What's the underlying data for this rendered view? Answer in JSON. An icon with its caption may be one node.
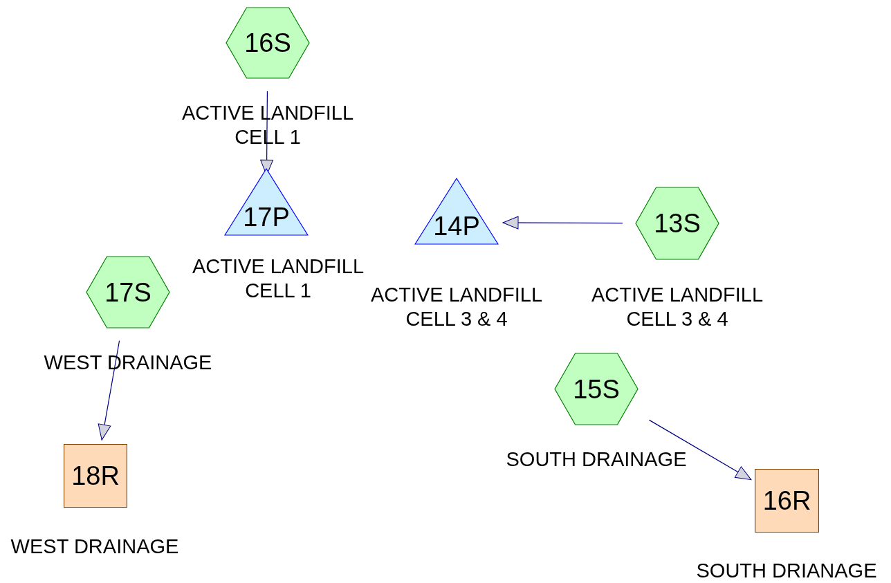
{
  "diagram": {
    "nodes": [
      {
        "text": [
          "16S"
        ],
        "beside": [
          "ACTIVE LANDFILL CELL 1"
        ]
      },
      {
        "text": [
          "17P"
        ],
        "beside": [
          "ACTIVE LANDFILL CELL 1"
        ]
      },
      {
        "text": [
          "14P"
        ],
        "beside": [
          "ACTIVE LANDFILL CELL 3 & 4"
        ]
      },
      {
        "text": [
          "13S"
        ],
        "beside": [
          "ACTIVE LANDFILL CELL 3 & 4"
        ]
      },
      {
        "text": [
          "17S"
        ],
        "beside": [
          "WEST DRAINAGE"
        ]
      },
      {
        "text": [
          "15S"
        ],
        "beside": [
          "SOUTH DRAINAGE"
        ]
      },
      {
        "text": [
          "18R"
        ],
        "beside": [
          "WEST DRAINAGE"
        ]
      },
      {
        "text": [
          "16R"
        ],
        "beside": [
          "SOUTH DRIANAGE"
        ]
      }
    ],
    "edges": [
      {
        "from": 0,
        "to": 1,
        "arrow": "to"
      },
      {
        "from": 3,
        "to": 2,
        "arrow": "to"
      },
      {
        "from": 4,
        "to": 6,
        "arrow": "to"
      },
      {
        "from": 5,
        "to": 7,
        "arrow": "to"
      }
    ]
  }
}
